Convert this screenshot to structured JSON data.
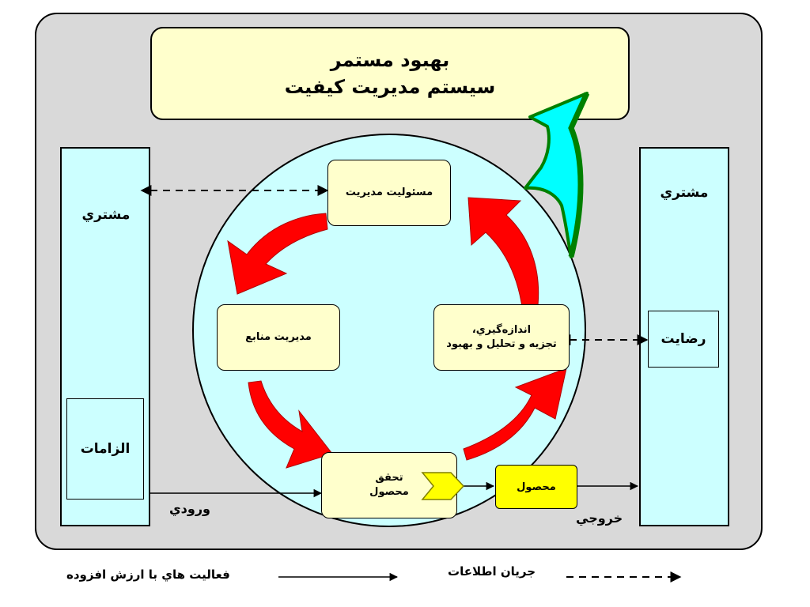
{
  "title_box": {
    "line1": "بهبود مستمر",
    "line2": "سيستم مديريت كيفيت"
  },
  "left_column": {
    "customer_label": "مشتري",
    "requirements_label": "الزامات"
  },
  "right_column": {
    "customer_label": "مشتري",
    "satisfaction_label": "رضايت"
  },
  "nodes": {
    "management_responsibility": "مسئوليت مديريت",
    "resource_management": "مديريت منابع",
    "measurement_line1": "اندازه‌گيري،",
    "measurement_line2": "تجزيه و تحليل و بهبود",
    "realization_line1": "تحقق",
    "realization_line2": "محصول",
    "product": "محصول"
  },
  "flow_labels": {
    "input": "ورودي",
    "output": "خروجي"
  },
  "legend": {
    "value_added": "فعاليت هاي با ارزش افزوده",
    "information_flow": "جريان اطلاعات"
  },
  "colors": {
    "frame": "#d9d9d9",
    "column": "#ccffff",
    "circle": "#ccffff",
    "node": "#ffffcc",
    "product": "#ffff00",
    "cycle_arrow": "#ff0000",
    "improvement_arrow": "#00ffff",
    "improvement_arrow_edge": "#008000"
  }
}
